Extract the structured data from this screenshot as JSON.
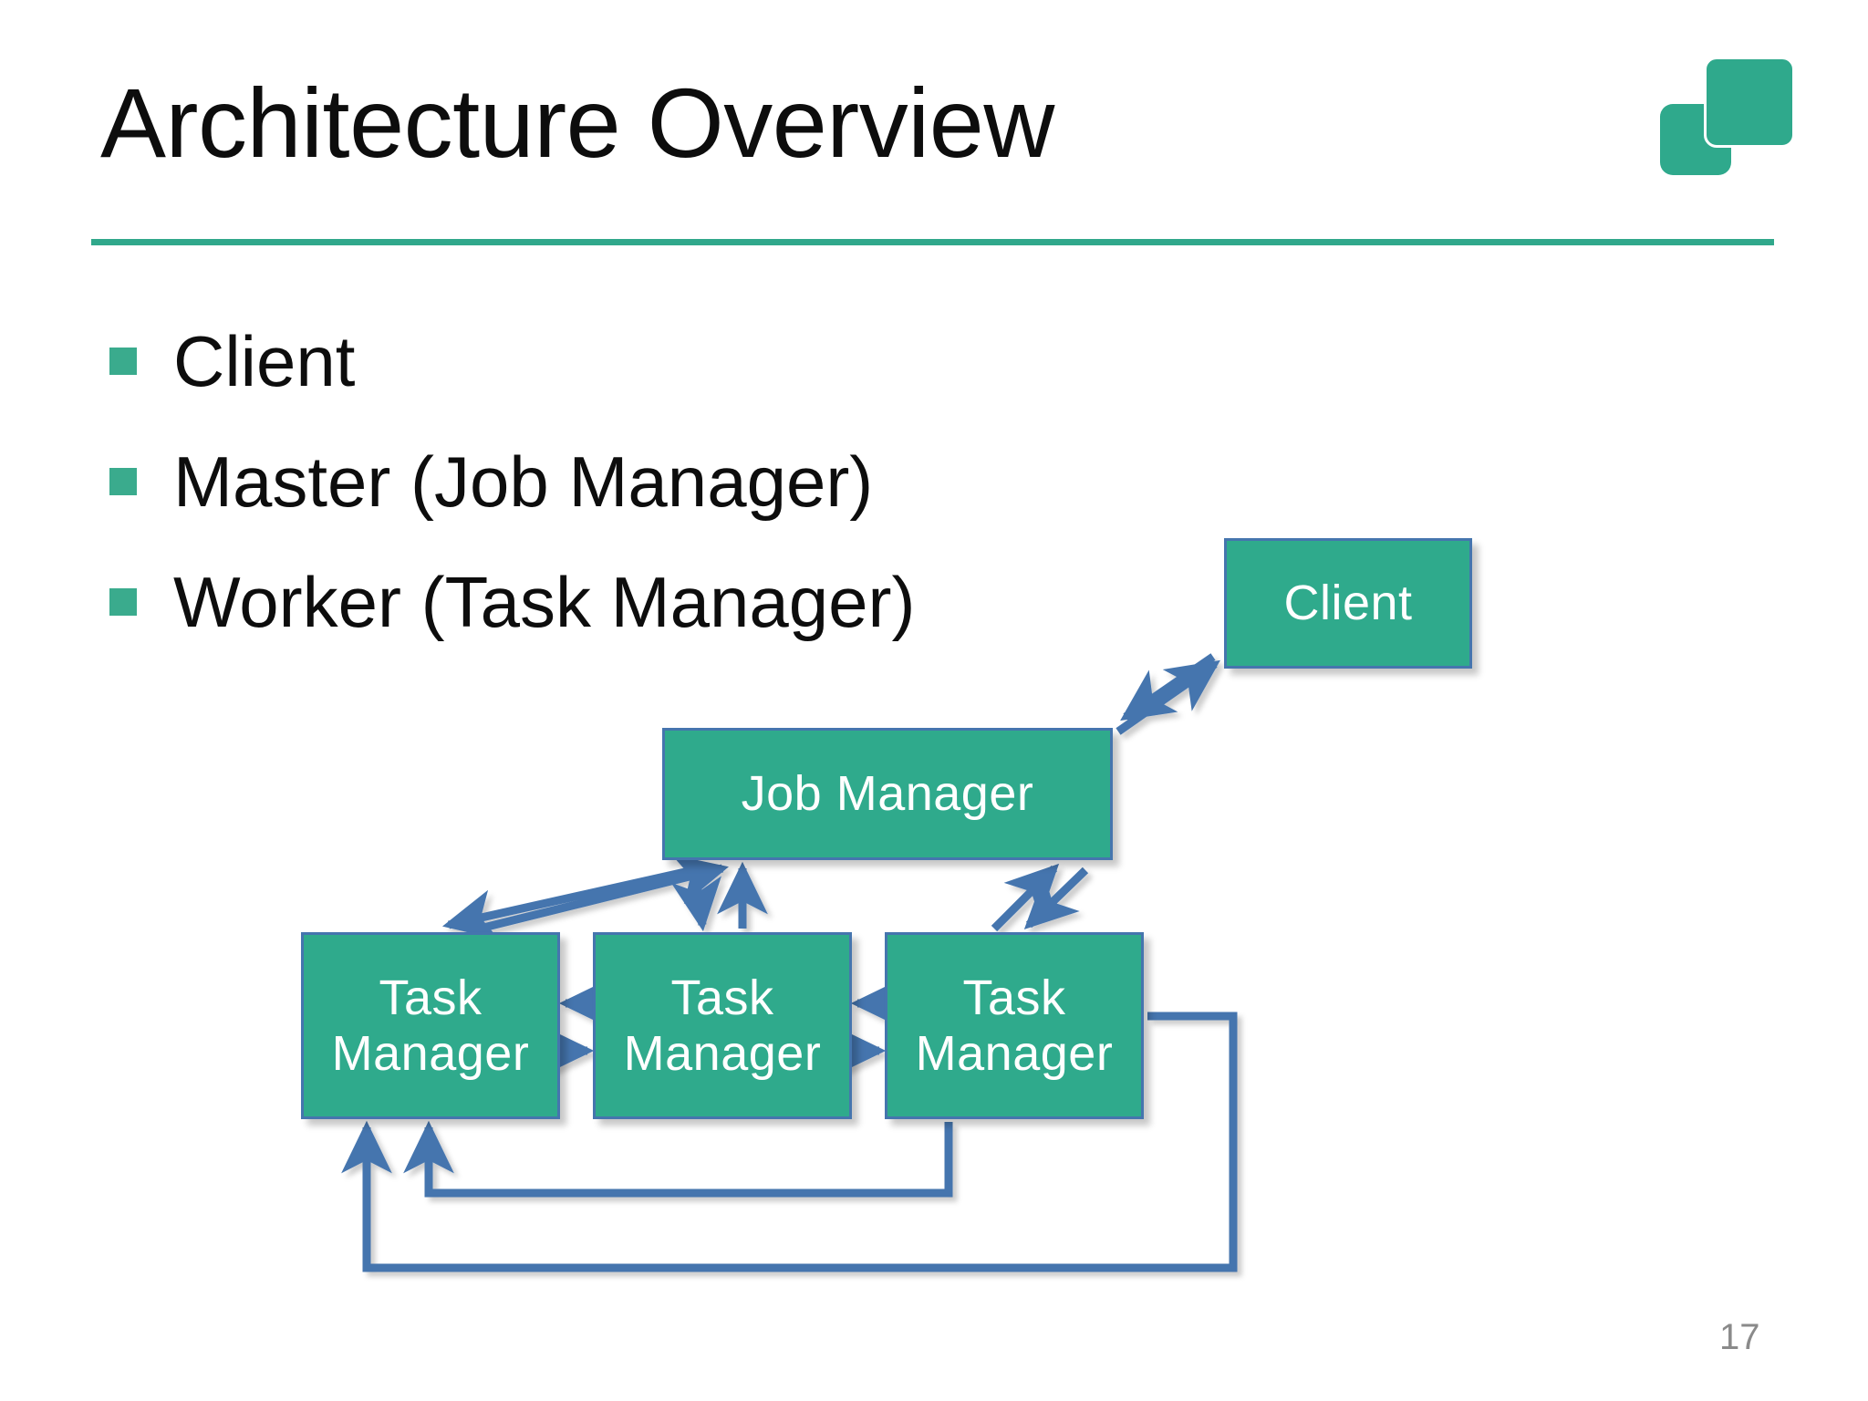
{
  "slide": {
    "title": "Architecture Overview",
    "page_number": "17",
    "accent_color": "#30a88b",
    "node_fill_color": "#2faa8c",
    "node_border_color": "#4575ae",
    "arrow_color": "#4575ae",
    "text_color": "#0d0d0d"
  },
  "logo": {
    "name": "two-squares-logo",
    "color": "#2fa98c"
  },
  "bullets": [
    {
      "label": "Client"
    },
    {
      "label": "Master (Job Manager)"
    },
    {
      "label": "Worker (Task Manager)"
    }
  ],
  "diagram": {
    "nodes": [
      {
        "id": "client",
        "label": "Client"
      },
      {
        "id": "job-manager",
        "label": "Job Manager"
      },
      {
        "id": "task-manager-1",
        "label": "Task\nManager",
        "line1": "Task",
        "line2": "Manager"
      },
      {
        "id": "task-manager-2",
        "label": "Task\nManager",
        "line1": "Task",
        "line2": "Manager"
      },
      {
        "id": "task-manager-3",
        "label": "Task\nManager",
        "line1": "Task",
        "line2": "Manager"
      }
    ],
    "edges": [
      {
        "from": "client",
        "to": "job-manager",
        "style": "double-arrow"
      },
      {
        "from": "job-manager",
        "to": "task-manager-1",
        "style": "double-arrow"
      },
      {
        "from": "job-manager",
        "to": "task-manager-2",
        "style": "double-arrow"
      },
      {
        "from": "job-manager",
        "to": "task-manager-3",
        "style": "double-arrow"
      },
      {
        "from": "task-manager-1",
        "to": "task-manager-2",
        "style": "double-arrow"
      },
      {
        "from": "task-manager-2",
        "to": "task-manager-3",
        "style": "double-arrow"
      },
      {
        "from": "task-manager-2",
        "to": "task-manager-1",
        "style": "elbow-feedback"
      },
      {
        "from": "task-manager-3",
        "to": "task-manager-1",
        "style": "elbow-feedback-outer"
      }
    ]
  }
}
